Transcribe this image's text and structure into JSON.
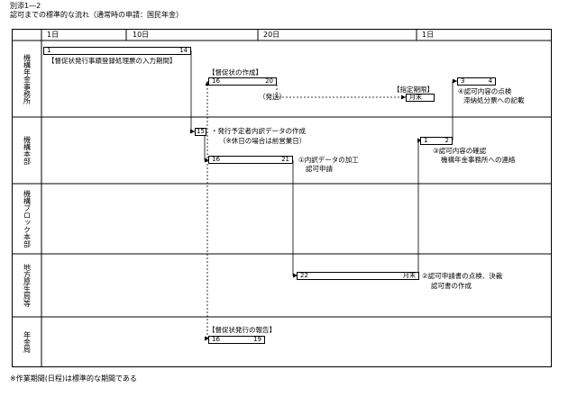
{
  "header": {
    "annex": "別添1―2",
    "subtitle": "認可までの標準的な流れ（通常時の申請：国民年金）"
  },
  "days": [
    "1日",
    "10日",
    "20日",
    "1日"
  ],
  "rows": [
    {
      "label": "機構年金事務所"
    },
    {
      "label": "機構本部"
    },
    {
      "label": "機構ブロック本部"
    },
    {
      "label": "地方厚生局等"
    },
    {
      "label": "年金局"
    }
  ],
  "bars": {
    "input": {
      "start": "1",
      "end": "14"
    },
    "reminder_create": {
      "start": "16",
      "end": "20"
    },
    "designated_deadline": {
      "start": "月末"
    },
    "check": {
      "start": "3",
      "end": "4"
    },
    "issue_date": {
      "start": "15"
    },
    "data_process": {
      "start": "16",
      "end": "21"
    },
    "confirm": {
      "start": "1",
      "end": "2"
    },
    "kyoku": {
      "start": "22",
      "end": "月末"
    },
    "report": {
      "start": "16",
      "end": "19"
    }
  },
  "notes": {
    "input_period": "【督促状発行事蹟登録処理票の入力期間】",
    "reminder_create": "【督促状の作成】",
    "dispatch": "（発送）",
    "designated_deadline": "【指定期限】",
    "check_1": "④認可内容の点検",
    "check_2": "滞納処分票への記載",
    "issue_1": "・発行予定者内訳データの作成",
    "issue_2": "（※休日の場合は前営業日）",
    "data_1": "①内訳データの加工",
    "data_2": "認可申請",
    "confirm_1": "③認可内容の確認",
    "confirm_2": "機構年金事務所への連絡",
    "kyoku_1": "②認可申請書の点検、決裁",
    "kyoku_2": "認可書の作成",
    "report": "【督促状発行の報告】"
  },
  "footer": "※作業期間(日程)は標準的な期間である"
}
